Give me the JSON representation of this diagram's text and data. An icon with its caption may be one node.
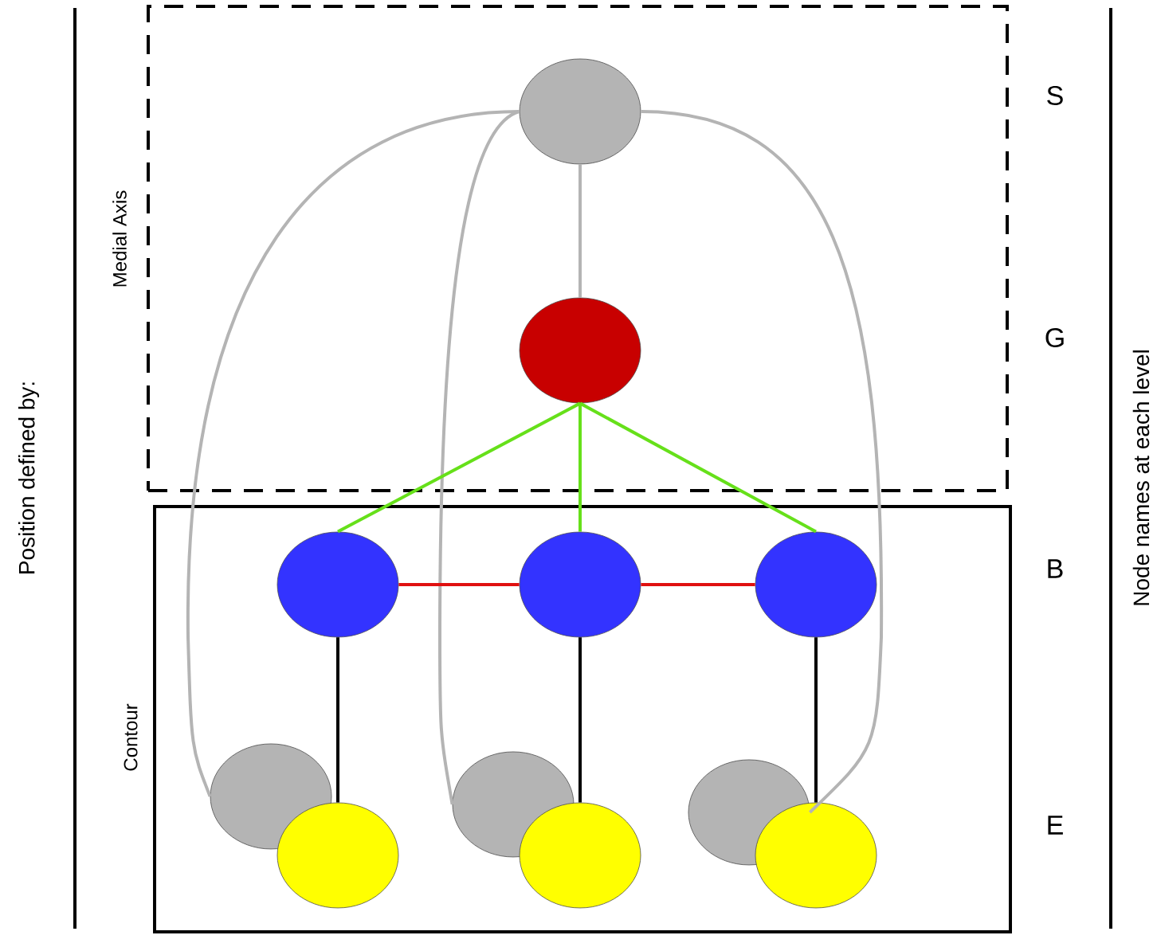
{
  "diagram": {
    "nodes": [
      {
        "text": [
          "Medial Axis"
        ]
      },
      {
        "text": [
          "Contour"
        ]
      },
      {
        "text": [],
        "shape": "circle",
        "in": 0
      },
      {
        "text": [],
        "shape": "circle",
        "in": 0
      },
      {
        "text": [],
        "shape": "circle",
        "in": 1
      },
      {
        "text": [],
        "shape": "circle",
        "in": 1
      },
      {
        "text": [],
        "shape": "circle",
        "in": 1
      },
      {
        "text": [],
        "shape": "circle",
        "in": 1
      },
      {
        "text": [],
        "shape": "circle",
        "in": 1
      },
      {
        "text": [],
        "shape": "circle",
        "in": 1
      },
      {
        "text": [],
        "shape": "circle",
        "in": 1
      },
      {
        "text": [],
        "shape": "circle",
        "in": 1
      },
      {
        "text": [],
        "shape": "circle",
        "in": 1
      }
    ],
    "edges": [
      {
        "from": 2,
        "to": 3,
        "arrow": "none",
        "color": "#b4b4b4"
      },
      {
        "from": 2,
        "to": 7,
        "arrow": "none",
        "color": "#b4b4b4"
      },
      {
        "from": 2,
        "to": 8,
        "arrow": "none",
        "color": "#b4b4b4"
      },
      {
        "from": 2,
        "to": 9,
        "arrow": "none",
        "color": "#b4b4b4"
      },
      {
        "from": 3,
        "to": 4,
        "arrow": "none",
        "color": "#66e01a"
      },
      {
        "from": 3,
        "to": 5,
        "arrow": "none",
        "color": "#66e01a"
      },
      {
        "from": 3,
        "to": 6,
        "arrow": "none",
        "color": "#66e01a"
      },
      {
        "from": 4,
        "to": 5,
        "arrow": "none",
        "color": "#e01010"
      },
      {
        "from": 5,
        "to": 6,
        "arrow": "none",
        "color": "#e01010"
      },
      {
        "from": 4,
        "to": 10,
        "arrow": "none",
        "color": "#000000"
      },
      {
        "from": 5,
        "to": 11,
        "arrow": "none",
        "color": "#000000"
      },
      {
        "from": 6,
        "to": 12,
        "arrow": "none",
        "color": "#000000"
      }
    ],
    "labels": [
      "S",
      "G",
      "B",
      "E",
      "Position defined by:",
      "Node names at each level"
    ]
  }
}
